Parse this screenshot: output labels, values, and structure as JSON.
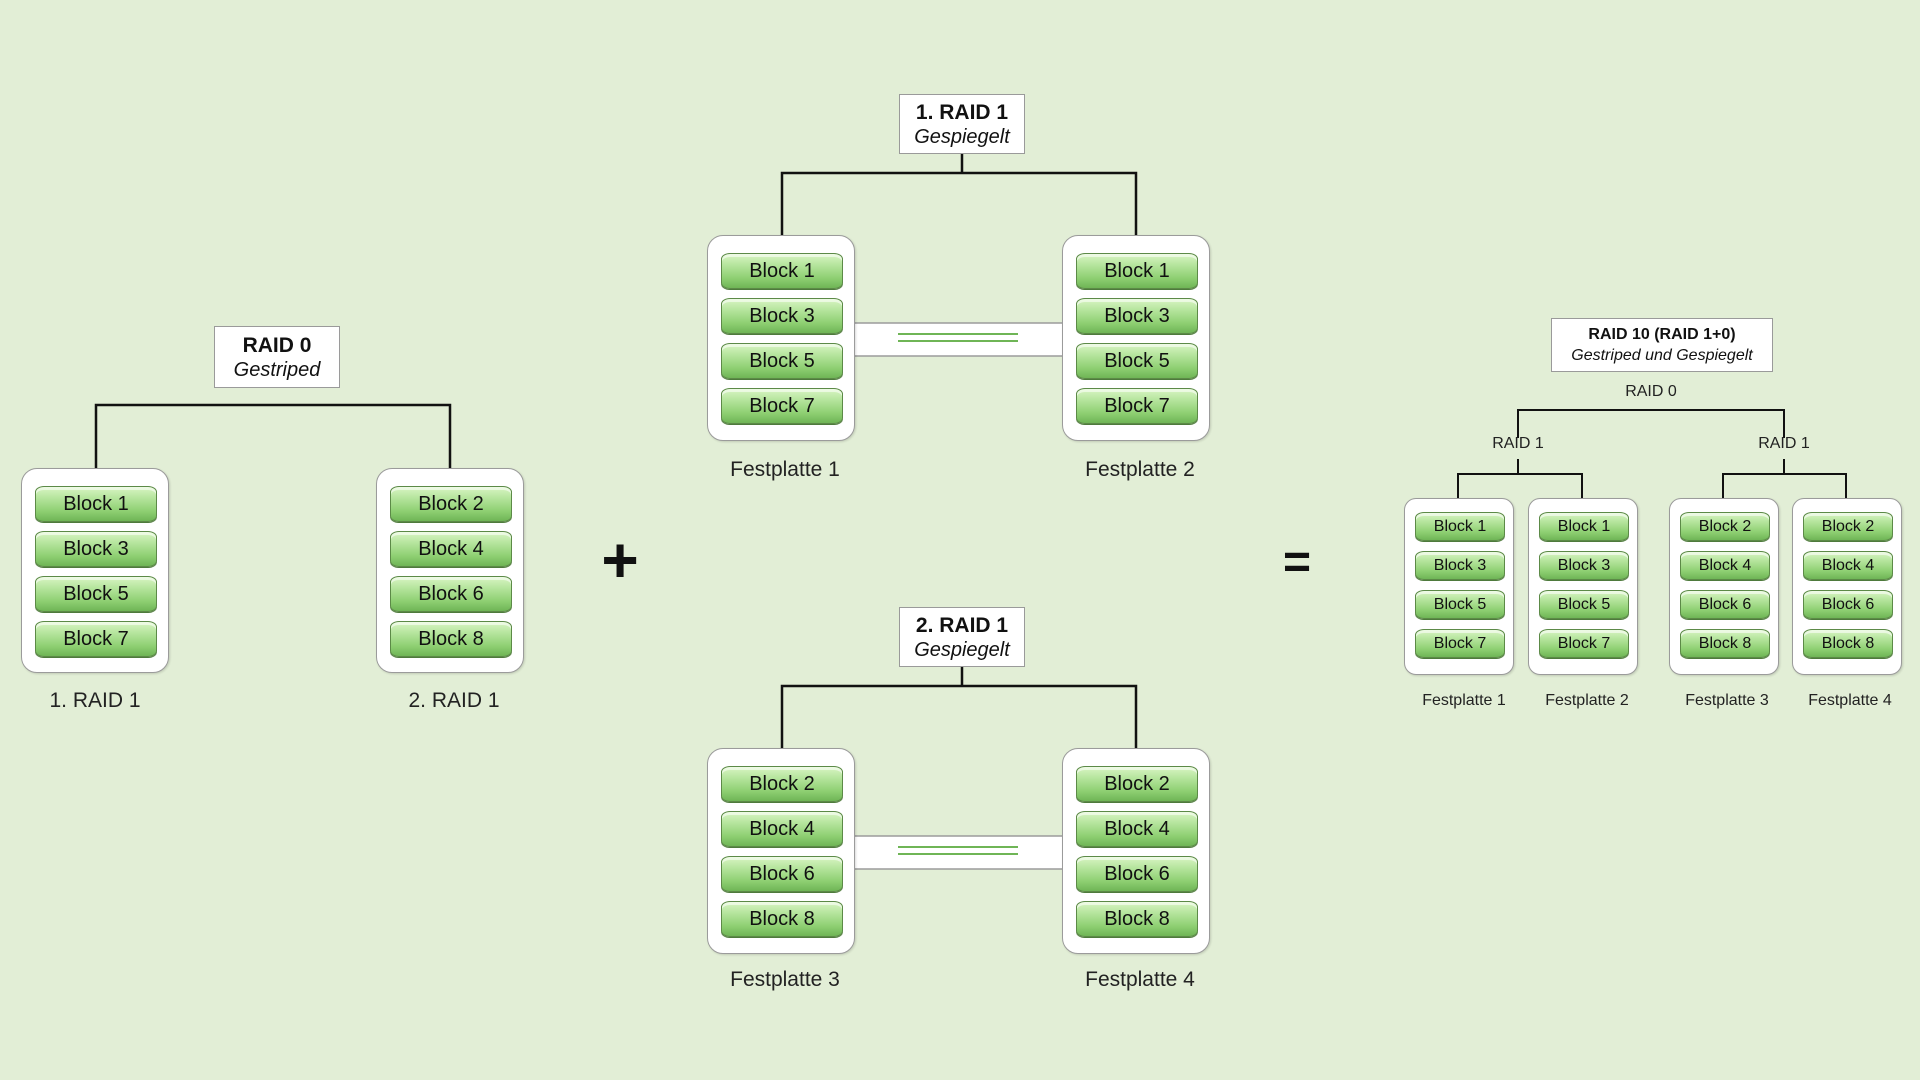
{
  "colors": {
    "background": "#e2eed6",
    "block_fill": "#8fd073",
    "block_border": "#5c8a47",
    "mirror_line": "#6fb556",
    "connector": "#111111"
  },
  "raid0": {
    "title": "RAID 0",
    "subtitle": "Gestriped",
    "disk_a": {
      "blocks": [
        "Block 1",
        "Block 3",
        "Block 5",
        "Block 7"
      ],
      "label": "1. RAID 1"
    },
    "disk_b": {
      "blocks": [
        "Block 2",
        "Block 4",
        "Block 6",
        "Block 8"
      ],
      "label": "2. RAID 1"
    }
  },
  "plus_sign": "+",
  "raid1_first": {
    "title": "1. RAID 1",
    "subtitle": "Gespiegelt",
    "disk_a": {
      "blocks": [
        "Block 1",
        "Block 3",
        "Block 5",
        "Block 7"
      ],
      "label": "Festplatte 1"
    },
    "disk_b": {
      "blocks": [
        "Block 1",
        "Block 3",
        "Block 5",
        "Block 7"
      ],
      "label": "Festplatte 2"
    }
  },
  "raid1_second": {
    "title": "2. RAID 1",
    "subtitle": "Gespiegelt",
    "disk_a": {
      "blocks": [
        "Block 2",
        "Block 4",
        "Block 6",
        "Block 8"
      ],
      "label": "Festplatte 3"
    },
    "disk_b": {
      "blocks": [
        "Block 2",
        "Block 4",
        "Block 6",
        "Block 8"
      ],
      "label": "Festplatte 4"
    }
  },
  "equals_sign": "=",
  "raid10": {
    "title": "RAID 10 (RAID 1+0)",
    "subtitle": "Gestriped und Gespiegelt",
    "raid0_label": "RAID 0",
    "raid1_left_label": "RAID 1",
    "raid1_right_label": "RAID 1",
    "disks": [
      {
        "blocks": [
          "Block 1",
          "Block 3",
          "Block 5",
          "Block 7"
        ],
        "label": "Festplatte 1"
      },
      {
        "blocks": [
          "Block 1",
          "Block 3",
          "Block 5",
          "Block 7"
        ],
        "label": "Festplatte 2"
      },
      {
        "blocks": [
          "Block 2",
          "Block 4",
          "Block 6",
          "Block 8"
        ],
        "label": "Festplatte 3"
      },
      {
        "blocks": [
          "Block 2",
          "Block 4",
          "Block 6",
          "Block 8"
        ],
        "label": "Festplatte 4"
      }
    ]
  }
}
